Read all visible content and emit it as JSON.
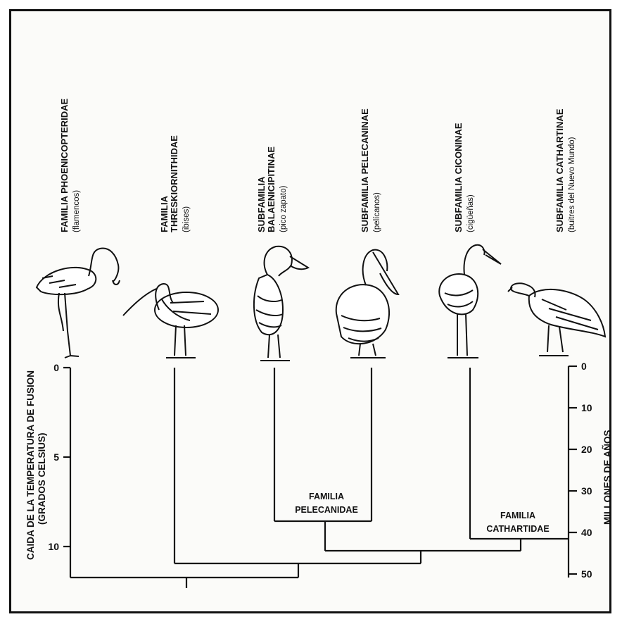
{
  "taxa": [
    {
      "name": "FAMILIA PHOENICOPTERIDAE",
      "common": "(flamencos)"
    },
    {
      "name": "FAMILIA",
      "name2": "THRESKIORNITHIDAE",
      "common": "(ibises)"
    },
    {
      "name": "SUBFAMILIA",
      "name2": "BALAENICIPITINAE",
      "common": "(pico zapato)"
    },
    {
      "name": "SUBFAMILIA PELECANINAE",
      "common": "(pelícanos)"
    },
    {
      "name": "SUBFAMILIA CICONINAE",
      "common": "(cigüeñas)"
    },
    {
      "name": "SUBFAMILIA CATHARTINAE",
      "common": "(buitres del Nuevo Mundo)"
    }
  ],
  "birds": [
    "flamingo-icon",
    "ibis-icon",
    "shoebill-icon",
    "pelican-icon",
    "stork-icon",
    "vulture-icon"
  ],
  "clade_labels": {
    "pelecanidae_1": "FAMILIA",
    "pelecanidae_2": "PELECANIDAE",
    "cathartidae_1": "FAMILIA",
    "cathartidae_2": "CATHARTIDAE"
  },
  "left_axis": {
    "title_1": "CAIDA DE LA TEMPERATURA DE FUSION",
    "title_2": "(GRADOS CELSIUS)",
    "ticks": [
      "0",
      "5",
      "10"
    ]
  },
  "right_axis": {
    "title": "MILLONES DE AÑOS",
    "ticks": [
      "0",
      "10",
      "20",
      "30",
      "40",
      "50"
    ]
  }
}
